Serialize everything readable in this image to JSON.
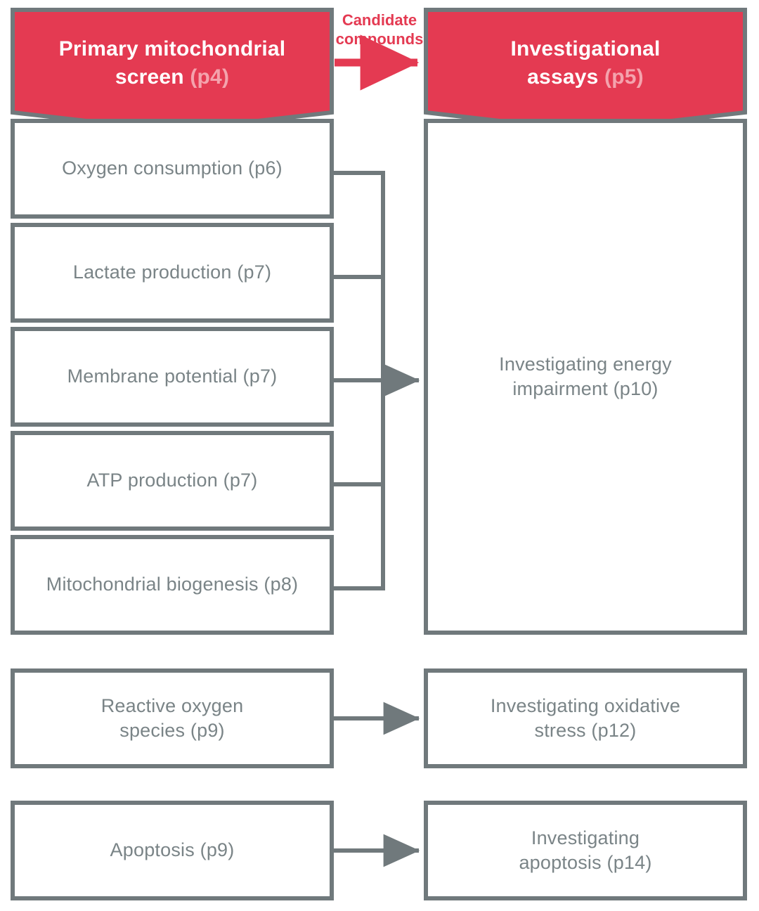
{
  "diagram": {
    "title_left": "Primary mitochondrial screen",
    "title_left_page": "(p4)",
    "title_right": "Investigational assays",
    "title_right_page": "(p5)",
    "edge_label": "Candidate compounds",
    "colors": {
      "banner_red": "#e43a52",
      "banner_page_pink": "#f4a3ad",
      "outline_gray": "#70797c",
      "text_gray": "#7a8487",
      "background": "#ffffff"
    }
  },
  "left_column": {
    "header": {
      "line1": "Primary mitochondrial",
      "line2": "screen",
      "page": "(p4)"
    },
    "boxes": [
      {
        "label": "Oxygen consumption (p6)",
        "page": "p6"
      },
      {
        "label": "Lactate production (p7)",
        "page": "p7"
      },
      {
        "label": "Membrane potential (p7)",
        "page": "p7"
      },
      {
        "label": "ATP production (p7)",
        "page": "p7"
      },
      {
        "label": "Mitochondrial biogenesis (p8)",
        "page": "p8"
      },
      {
        "label_line1": "Reactive oxygen",
        "label_line2": "species (p9)",
        "page": "p9"
      },
      {
        "label": "Apoptosis (p9)",
        "page": "p9"
      }
    ]
  },
  "right_column": {
    "header": {
      "line1": "Investigational",
      "line2": "assays",
      "page": "(p5)"
    },
    "boxes": [
      {
        "label_line1": "Investigating energy",
        "label_line2": "impairment (p10)",
        "page": "p10"
      },
      {
        "label_line1": "Investigating oxidative",
        "label_line2": "stress (p12)",
        "page": "p12"
      },
      {
        "label_line1": "Investigating",
        "label_line2": "apoptosis (p14)",
        "page": "p14"
      }
    ]
  },
  "connections": [
    {
      "from": "Oxygen consumption (p6)",
      "to": "Investigating energy impairment (p10)"
    },
    {
      "from": "Lactate production (p7)",
      "to": "Investigating energy impairment (p10)"
    },
    {
      "from": "Membrane potential (p7)",
      "to": "Investigating energy impairment (p10)"
    },
    {
      "from": "ATP production (p7)",
      "to": "Investigating energy impairment (p10)"
    },
    {
      "from": "Mitochondrial biogenesis (p8)",
      "to": "Investigating energy impairment (p10)"
    },
    {
      "from": "Reactive oxygen species (p9)",
      "to": "Investigating oxidative stress (p12)"
    },
    {
      "from": "Apoptosis (p9)",
      "to": "Investigating apoptosis (p14)"
    },
    {
      "from": "Primary mitochondrial screen (p4)",
      "to": "Investigational assays (p5)",
      "label": "Candidate compounds"
    }
  ]
}
